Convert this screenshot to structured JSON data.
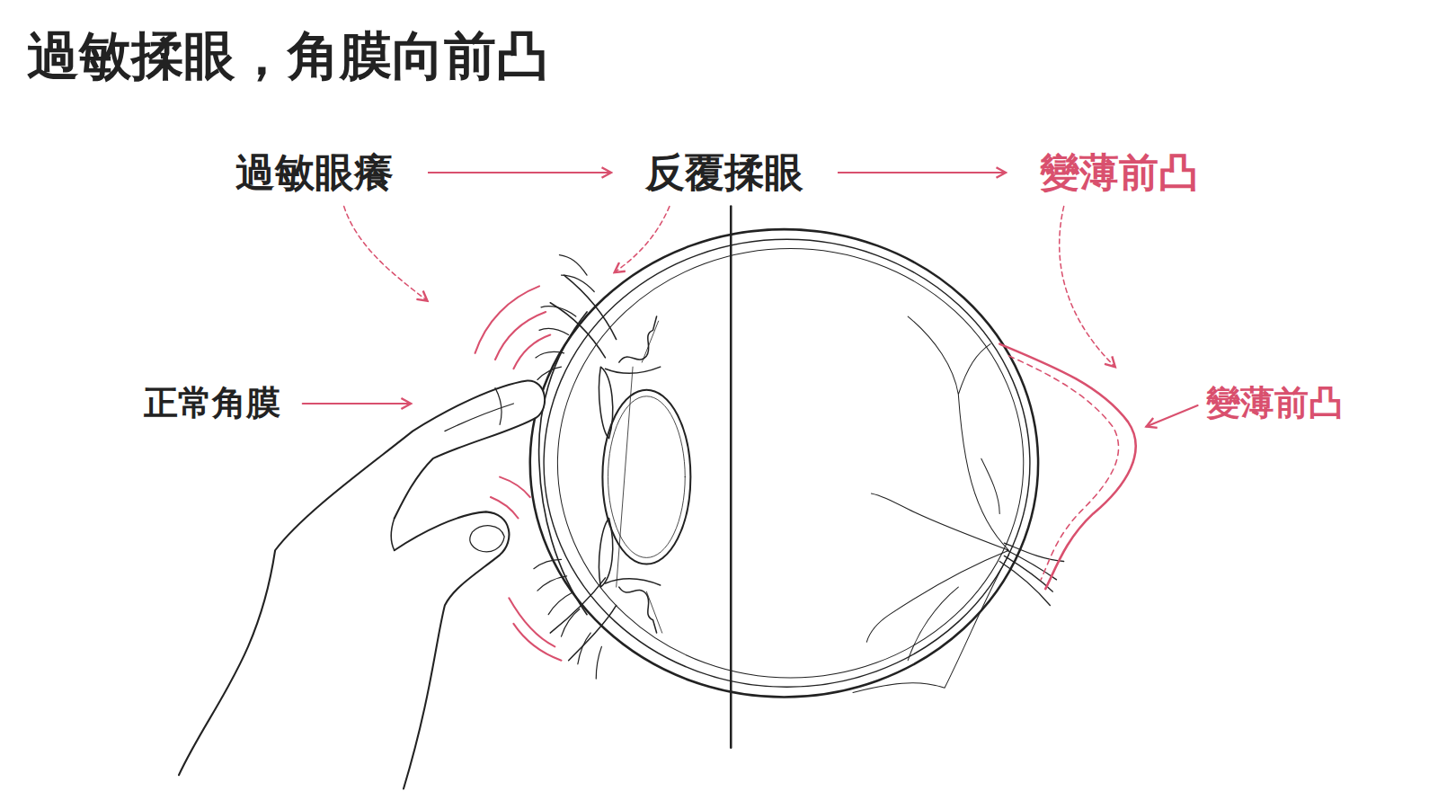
{
  "diagram": {
    "title": "過敏揉眼，角膜向前凸",
    "nodes": [
      {
        "text": [
          "過敏眼癢"
        ]
      },
      {
        "text": [
          "反覆揉眼"
        ]
      },
      {
        "text": [
          "變薄前凸"
        ]
      }
    ],
    "edges": [
      {
        "from": 0,
        "to": 1,
        "arrow": "to"
      },
      {
        "from": 1,
        "to": 2,
        "arrow": "to"
      }
    ],
    "labels": [
      "正常角膜",
      "變薄前凸"
    ]
  }
}
